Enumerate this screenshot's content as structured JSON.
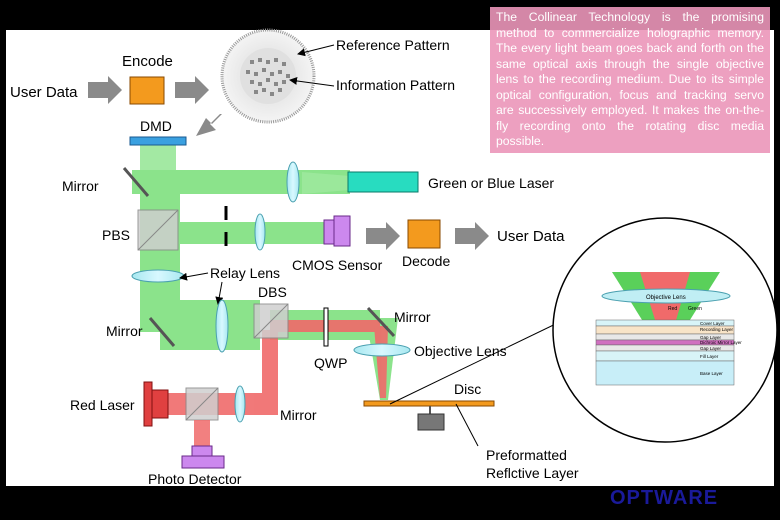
{
  "description": "The Collinear Technology is the promising method to commercialize holographic memory. The every light beam goes back and forth on the same optical axis through the single objective lens to the recording medium. Due to its simple optical configuration, focus and tracking servo are successively employed. It makes the on-the-fly recording onto the rotating disc media possible.",
  "labels": {
    "user_data_in": "User Data",
    "encode": "Encode",
    "reference_pattern": "Reference Pattern",
    "information_pattern": "Information Pattern",
    "dmd": "DMD",
    "mirror_top": "Mirror",
    "green_blue_laser": "Green or Blue Laser",
    "pbs": "PBS",
    "cmos_sensor": "CMOS Sensor",
    "decode": "Decode",
    "user_data_out": "User Data",
    "relay_lens": "Relay Lens",
    "dbs": "DBS",
    "mirror_mid": "Mirror",
    "mirror_right": "Mirror",
    "qwp": "QWP",
    "objective_lens": "Objective Lens",
    "red_laser": "Red Laser",
    "mirror_bottom": "Mirror",
    "disc": "Disc",
    "photo_detector": "Photo Detector",
    "preformatted_1": "Preformatted",
    "preformatted_2": "Reflctive Layer"
  },
  "inset": {
    "objective_lens": "Objective Lens",
    "red": "Red",
    "green": "Green",
    "layers": [
      "Cover Layer",
      "Recording Layer",
      "Gap Layer",
      "Dichroic Mirror Layer",
      "Gap Layer",
      "Fill Layer",
      "Base Layer"
    ]
  },
  "logo": "OPTWARE",
  "colors": {
    "green_beam": "#7fe07f",
    "red_beam": "#f06a6a",
    "encode_box": "#f39a1e",
    "laser": "#28dcc0",
    "cmos": "#cc88ee",
    "arrow": "#8a8a8a"
  }
}
